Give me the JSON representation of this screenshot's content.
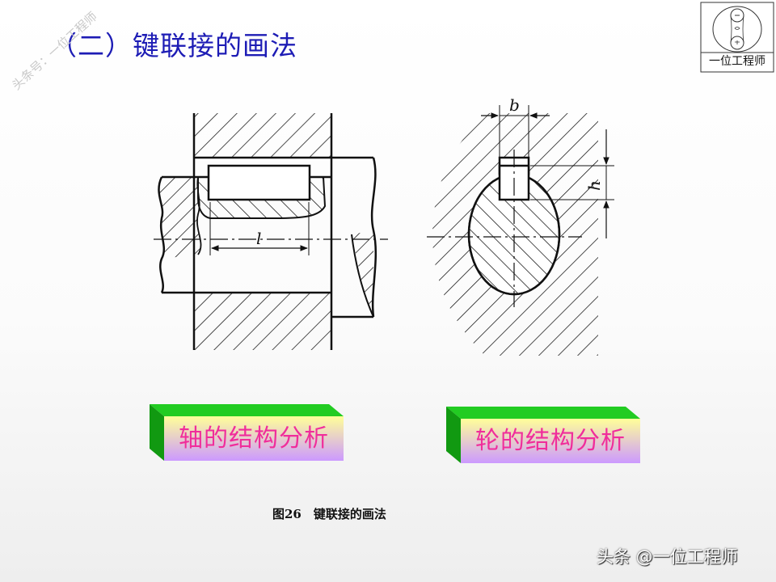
{
  "title": "（二）键联接的画法",
  "diagonal_watermark": "头条号：一位工程师",
  "logo": {
    "text": "一位工程师",
    "icon": "seal-circle-icon"
  },
  "drawing": {
    "dimension_length": "l",
    "dimension_width": "b",
    "dimension_height": "h"
  },
  "buttons": {
    "shaft": "轴的结构分析",
    "hub": "轮的结构分析"
  },
  "caption": "图26　键联接的画法",
  "footer_watermark": "头条 @一位工程师"
}
